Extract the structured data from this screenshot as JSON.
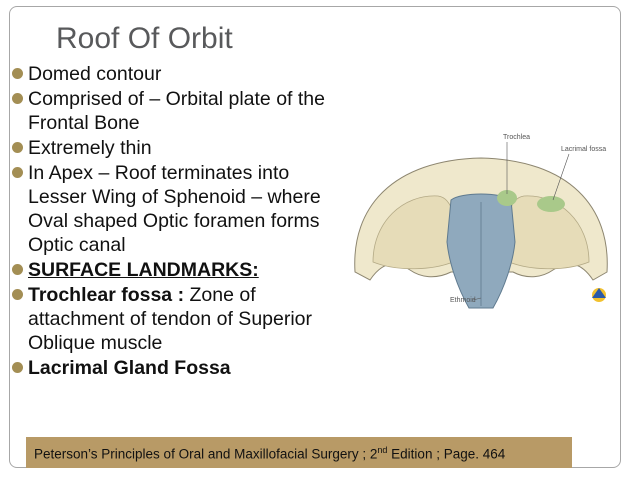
{
  "slide": {
    "title": "Roof Of Orbit",
    "bullets": [
      {
        "text": "Domed contour"
      },
      {
        "text": "Comprised of – Orbital plate of the Frontal Bone"
      },
      {
        "text": "Extremely thin"
      },
      {
        "text": "In Apex – Roof terminates into Lesser Wing of Sphenoid – where Oval shaped Optic foramen forms Optic canal"
      },
      {
        "text": "SURFACE LANDMARKS:"
      },
      {
        "bold": "Trochlear fossa :",
        "rest": " Zone of attachment of tendon of Superior Oblique muscle"
      },
      {
        "text": "Lacrimal Gland Fossa"
      }
    ],
    "figure": {
      "labels": {
        "trochlea": "Trochlea",
        "lacrimal": "Lacrimal fossa",
        "ethmoid": "Ethmoid"
      }
    },
    "citation": {
      "prefix": "Peterson’s Principles of Oral and Maxillofacial Surgery ; 2",
      "sup": "nd",
      "suffix": " Edition ; Page. 464"
    }
  },
  "colors": {
    "bullet": "#a38e54",
    "citation_bg": "#b89a66",
    "title": "#58595b",
    "bone": "#efe8cc",
    "ethmoid": "#8fa9bd",
    "fossa_green": "#a9c98a"
  }
}
